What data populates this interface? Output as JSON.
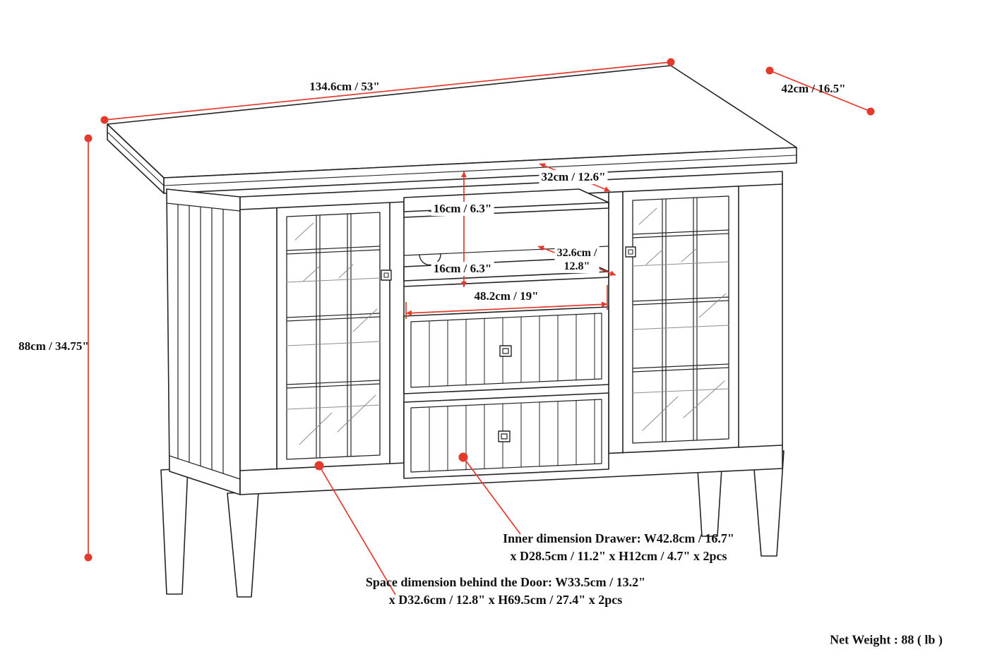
{
  "diagram": {
    "accent_color": "#e23a2c",
    "line_color": "#242424",
    "dims": {
      "width": "134.6cm / 53\"",
      "depth": "42cm / 16.5\"",
      "height": "88cm / 34.75\"",
      "top_shelf_depth": "32cm / 12.6\"",
      "shelf_gap_top": "16cm / 6.3\"",
      "shelf_gap_bottom": "16cm / 6.3\"",
      "lower_shelf_depth_line1": "32.6cm /",
      "lower_shelf_depth_line2": "12.8\"",
      "opening_width": "48.2cm / 19\""
    },
    "notes": {
      "drawer_line1": "Inner dimension Drawer: W42.8cm / 16.7\"",
      "drawer_line2": "x D28.5cm / 11.2\" x H12cm / 4.7\" x 2pcs",
      "door_line1": "Space dimension behind the Door: W33.5cm / 13.2\"",
      "door_line2": "x D32.6cm / 12.8\" x H69.5cm / 27.4\" x 2pcs",
      "net_weight": "Net Weight : 88 ( lb )"
    }
  }
}
